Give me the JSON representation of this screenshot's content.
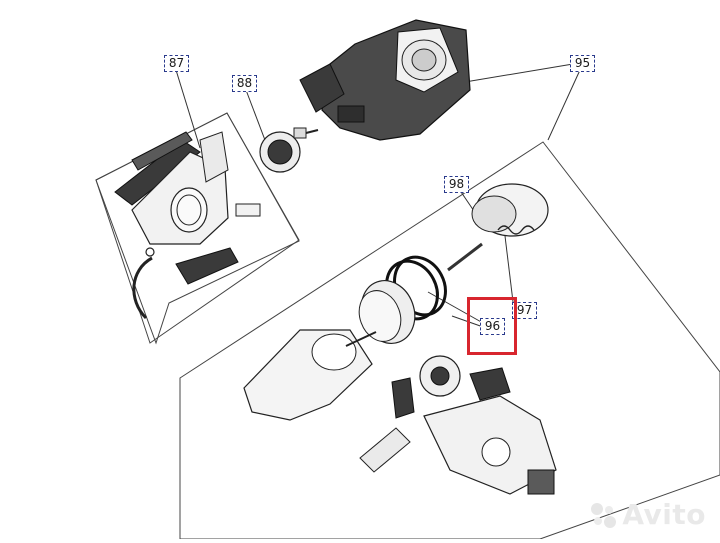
{
  "diagram": {
    "callouts": [
      {
        "id": "87",
        "label": "87"
      },
      {
        "id": "88",
        "label": "88"
      },
      {
        "id": "95",
        "label": "95"
      },
      {
        "id": "98",
        "label": "98"
      },
      {
        "id": "96",
        "label": "96"
      },
      {
        "id": "97",
        "label": "97"
      }
    ],
    "highlighted_part": "96",
    "colors": {
      "callout_border": "#2a3a8c",
      "highlight": "#d8262e",
      "line": "#333333",
      "part_dark": "#3a3a3a",
      "part_mid": "#8a8a8a",
      "part_light": "#e6e6e6"
    }
  },
  "watermark": {
    "text": "Avito"
  }
}
